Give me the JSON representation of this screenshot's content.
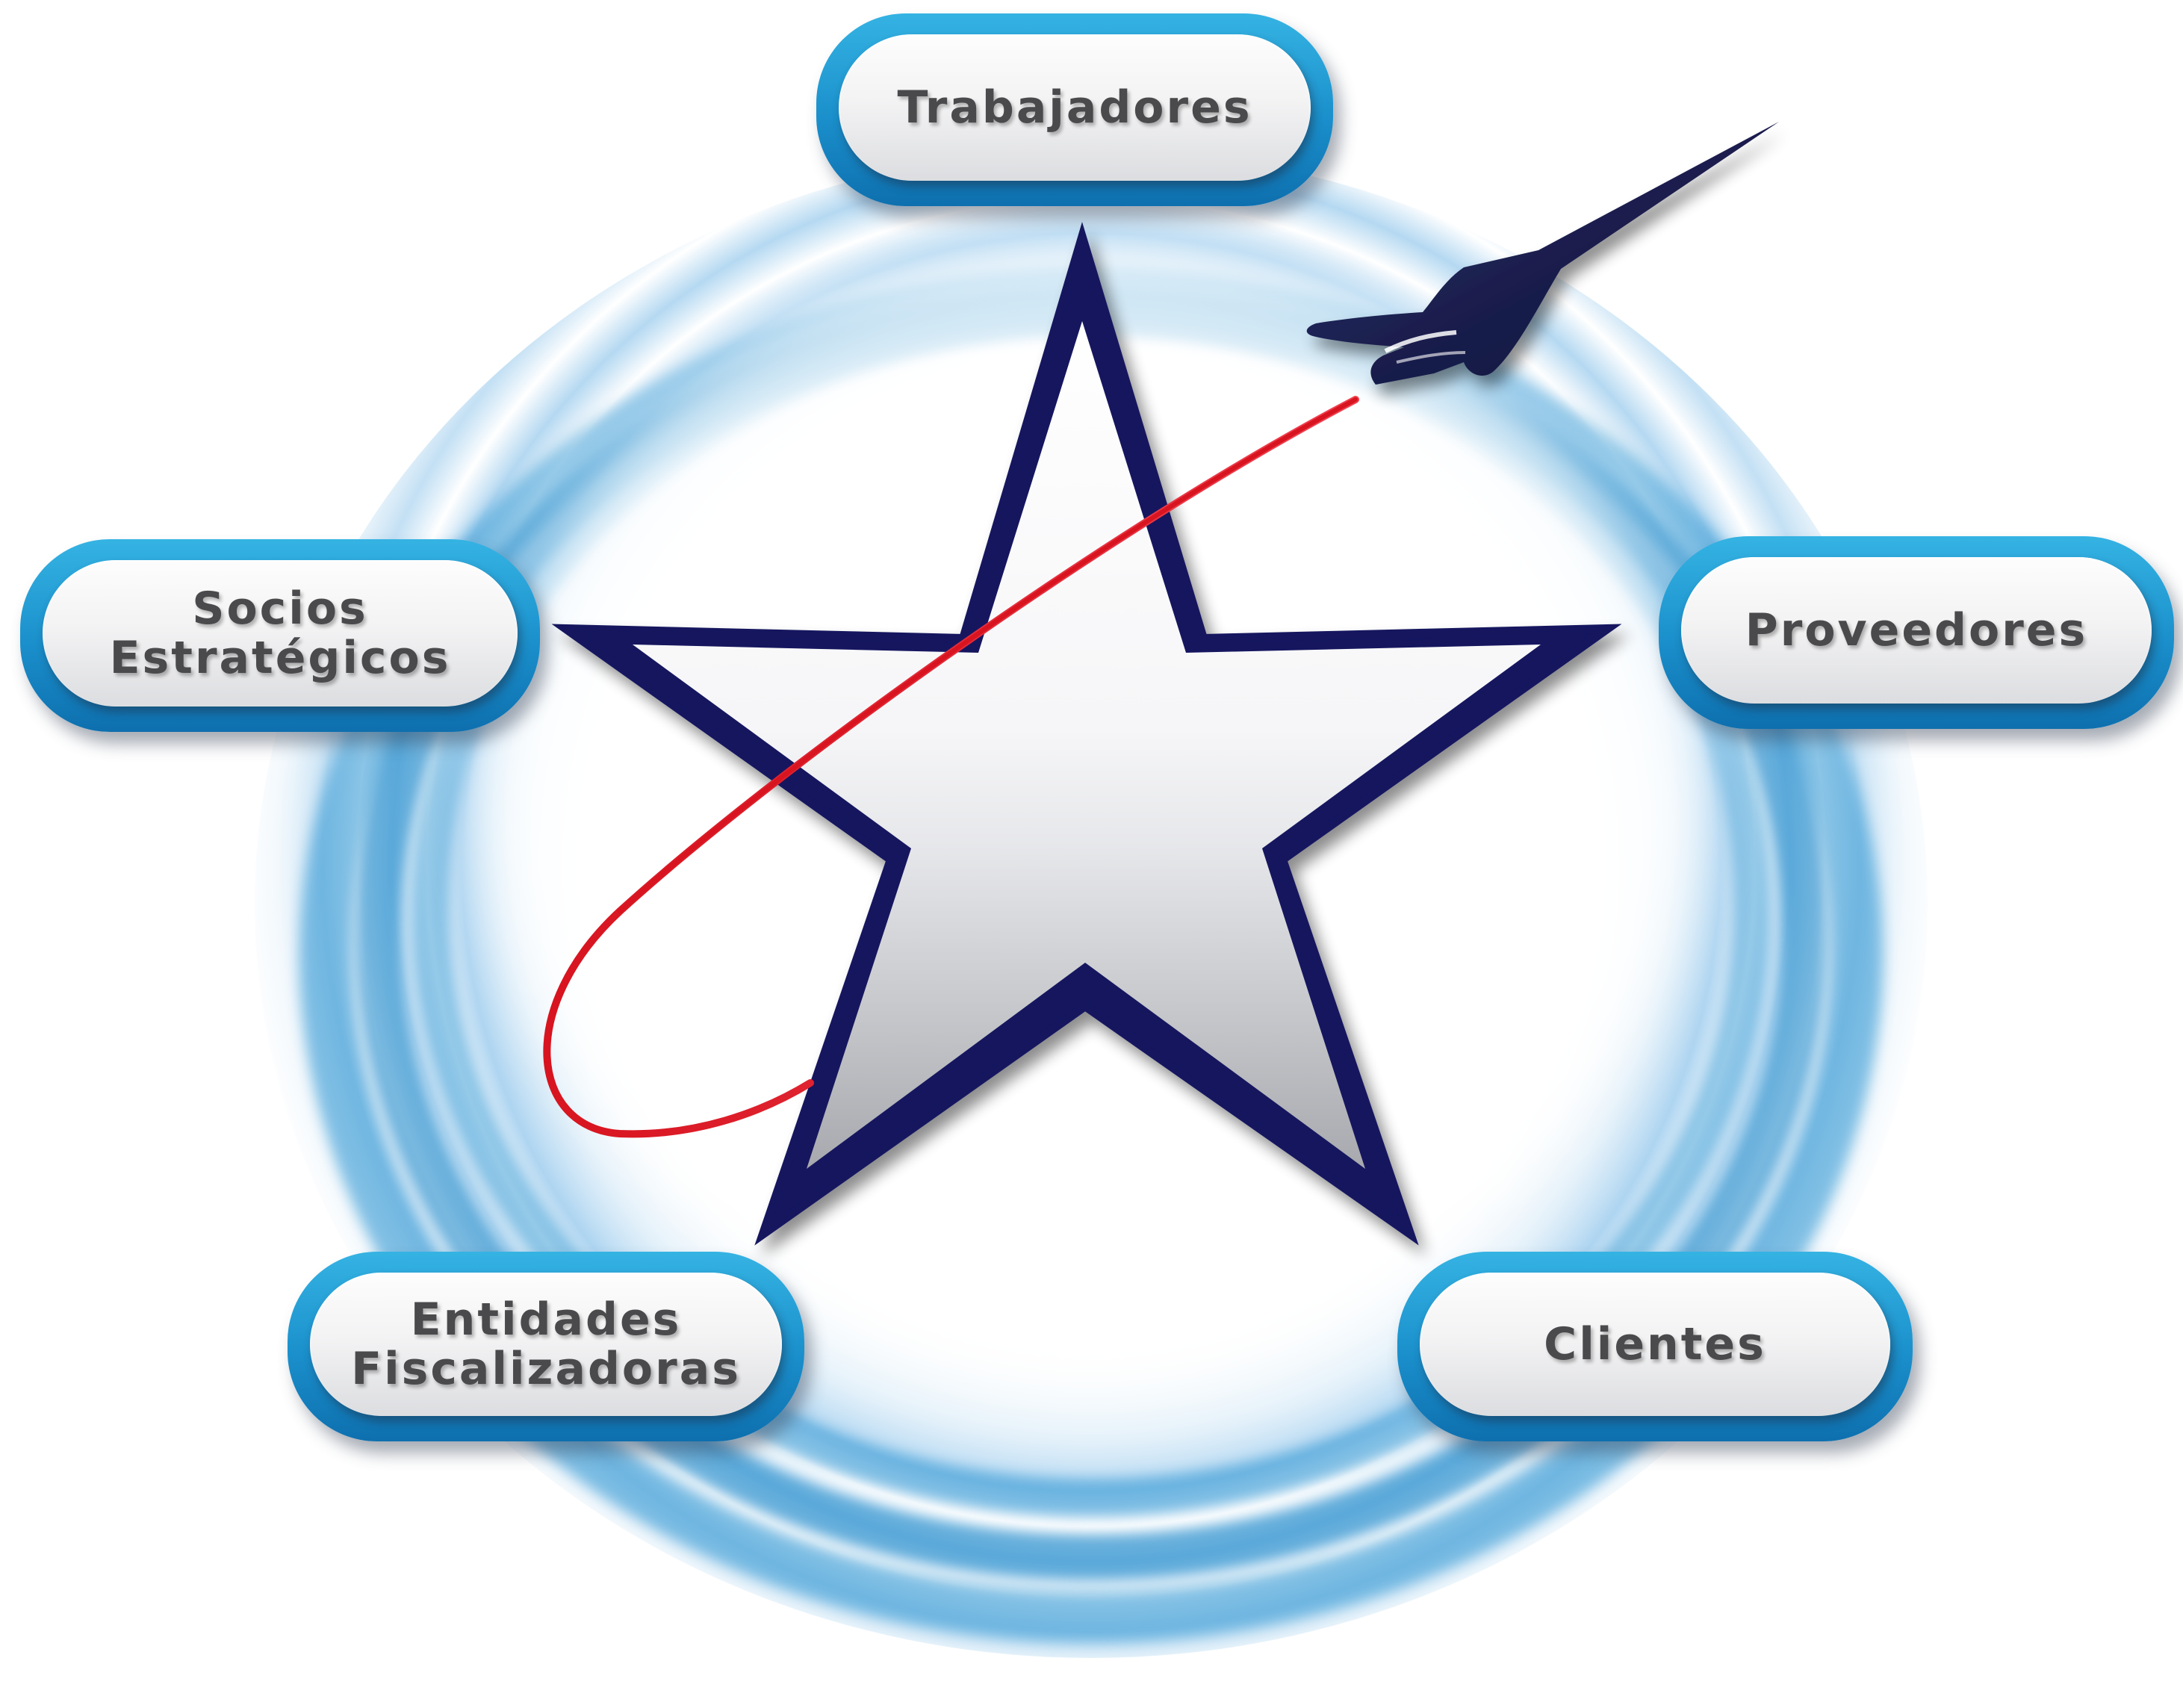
{
  "stakeholders": {
    "top": {
      "lines": [
        "Trabajadores"
      ]
    },
    "left": {
      "lines": [
        "Socios",
        "Estratégicos"
      ]
    },
    "right": {
      "lines": [
        "Proveedores"
      ]
    },
    "bottom_left": {
      "lines": [
        "Entidades",
        "Fiscalizadoras"
      ]
    },
    "bottom_right": {
      "lines": [
        "Clientes"
      ]
    }
  },
  "center_emblem": {
    "icon": "star-icon",
    "orbit_icon": "orbit-swoosh-icon",
    "craft_icon": "jet-icon"
  },
  "colors": {
    "ring_blue": "#1e88c9",
    "pill_blue": "#1a8fcb",
    "star_outline": "#12185e",
    "orbit_red": "#e0202e",
    "jet_navy": "#141842",
    "label_text": "#4a4a4c"
  }
}
